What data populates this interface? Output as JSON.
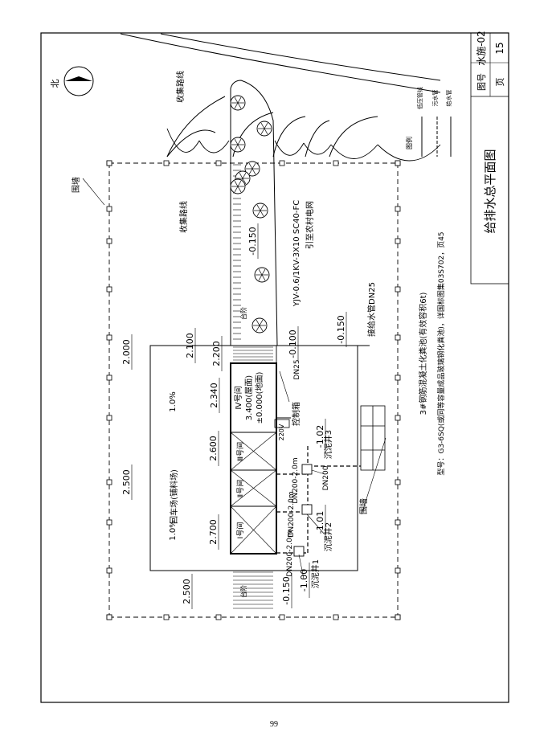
{
  "page_number": "99",
  "title_block": {
    "title": "给排水总平面图",
    "drawing_no_label": "图号",
    "drawing_no": "水施-02",
    "page_label": "页",
    "page_no": "15"
  },
  "north_label": "北",
  "legend": {
    "title": "图例",
    "items": [
      {
        "symbol": "—D—",
        "label": "低压管线"
      },
      {
        "symbol": "- - - -",
        "label": "污水管"
      },
      {
        "symbol": "——",
        "label": "给水管"
      }
    ]
  },
  "labels": {
    "wall_top": "围墙",
    "wall_bottom": "围墙",
    "road_curve": "收集路线",
    "road_mid": "收集路线",
    "cable": "YJV-0.6/1KV-3X10 SC40-FC",
    "cable_note": "引至农村电网",
    "supply_pipe": "接给水管DN25",
    "septic": "3#钢筋混凝土化粪池(有效容积6t)",
    "septic_note": "型号：G3-6SQ(或同等容量成品玻璃钢化粪池)，详国标图集03S702，页45",
    "control_box": "控制箱",
    "voltage": "220V",
    "yard": "回车场(铺料场)",
    "slope_1": "1.0%",
    "slope_2": "1.0%",
    "room_4": "Ⅳ号间",
    "room_4_level_1": "3.400(屋面)",
    "room_4_level_2": "±0.000(地面)",
    "room_3": "Ⅲ号间",
    "room_2": "Ⅱ号间",
    "room_1": "Ⅰ号间",
    "well_1": "沉泥井1",
    "well_2": "沉泥井2",
    "well_3": "沉泥井3",
    "stair_1": "台阶",
    "stair_2": "台阶",
    "dn25": "DN25",
    "dn200_a": "DN200",
    "dn200_b": "DN200-2.0m",
    "dn200_c": "DN200-2.0m",
    "dn200_d": "DN200-2.0m"
  },
  "elevations": [
    "2.000",
    "2.100",
    "2.200",
    "2.340",
    "2.600",
    "2.700",
    "2.500",
    "2.500",
    "-0.150",
    "-0.100",
    "-0.150",
    "-0.150",
    "-1.00",
    "-1.01",
    "-1.02"
  ]
}
